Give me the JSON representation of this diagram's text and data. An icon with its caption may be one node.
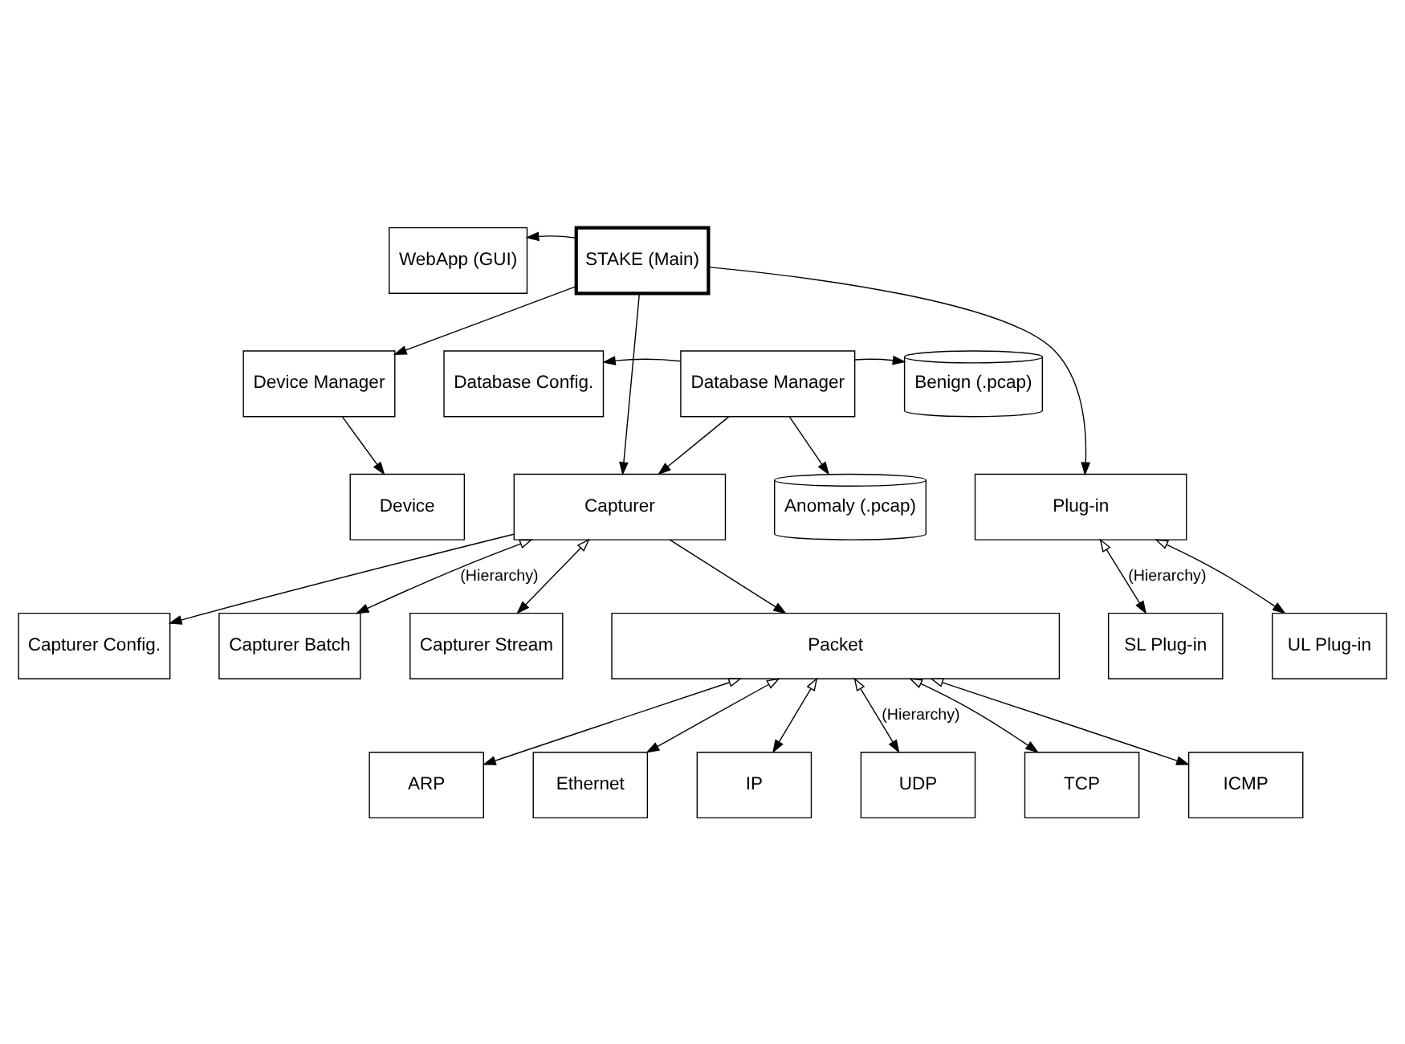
{
  "diagram": {
    "nodes": [
      {
        "text": [
          "WebApp (GUI)"
        ]
      },
      {
        "text": [
          "STAKE (Main)"
        ]
      },
      {
        "text": [
          "Device Manager"
        ]
      },
      {
        "text": [
          "Database Config."
        ]
      },
      {
        "text": [
          "Database Manager"
        ]
      },
      {
        "text": [
          "Benign (.pcap)"
        ]
      },
      {
        "text": [
          "Device"
        ]
      },
      {
        "text": [
          "Capturer"
        ]
      },
      {
        "text": [
          "Anomaly (.pcap)"
        ]
      },
      {
        "text": [
          "Plug-in"
        ]
      },
      {
        "text": [
          "Capturer Config."
        ]
      },
      {
        "text": [
          "Capturer Batch"
        ]
      },
      {
        "text": [
          "Capturer Stream"
        ]
      },
      {
        "text": [
          "Packet"
        ]
      },
      {
        "text": [
          "SL Plug-in"
        ]
      },
      {
        "text": [
          "UL Plug-in"
        ]
      },
      {
        "text": [
          "ARP"
        ]
      },
      {
        "text": [
          "Ethernet"
        ]
      },
      {
        "text": [
          "IP"
        ]
      },
      {
        "text": [
          "UDP"
        ]
      },
      {
        "text": [
          "TCP"
        ]
      },
      {
        "text": [
          "ICMP"
        ]
      }
    ],
    "edges": [
      {
        "from": 1,
        "to": 0,
        "arrow": "to"
      },
      {
        "from": 1,
        "to": 2,
        "arrow": "to"
      },
      {
        "from": 1,
        "to": 7,
        "arrow": "to"
      },
      {
        "from": 1,
        "to": 9,
        "arrow": "to"
      },
      {
        "from": 4,
        "to": 3,
        "arrow": "to"
      },
      {
        "from": 4,
        "to": 5,
        "arrow": "to"
      },
      {
        "from": 4,
        "to": 8,
        "arrow": "to"
      },
      {
        "from": 4,
        "to": 7,
        "arrow": "to"
      },
      {
        "from": 2,
        "to": 6,
        "arrow": "to"
      },
      {
        "from": 7,
        "to": 10,
        "arrow": "to"
      },
      {
        "from": 7,
        "to": 13,
        "arrow": "to"
      },
      {
        "from": 7,
        "to": 11,
        "arrow": "both",
        "label": "(Hierarchy)"
      },
      {
        "from": 7,
        "to": 12,
        "arrow": "both"
      },
      {
        "from": 9,
        "to": 14,
        "arrow": "both",
        "label": "(Hierarchy)"
      },
      {
        "from": 9,
        "to": 15,
        "arrow": "both"
      },
      {
        "from": 13,
        "to": 16,
        "arrow": "both"
      },
      {
        "from": 13,
        "to": 17,
        "arrow": "both"
      },
      {
        "from": 13,
        "to": 18,
        "arrow": "both"
      },
      {
        "from": 13,
        "to": 19,
        "arrow": "both",
        "label": "(Hierarchy)"
      },
      {
        "from": 13,
        "to": 20,
        "arrow": "both"
      },
      {
        "from": 13,
        "to": 21,
        "arrow": "both"
      }
    ]
  }
}
